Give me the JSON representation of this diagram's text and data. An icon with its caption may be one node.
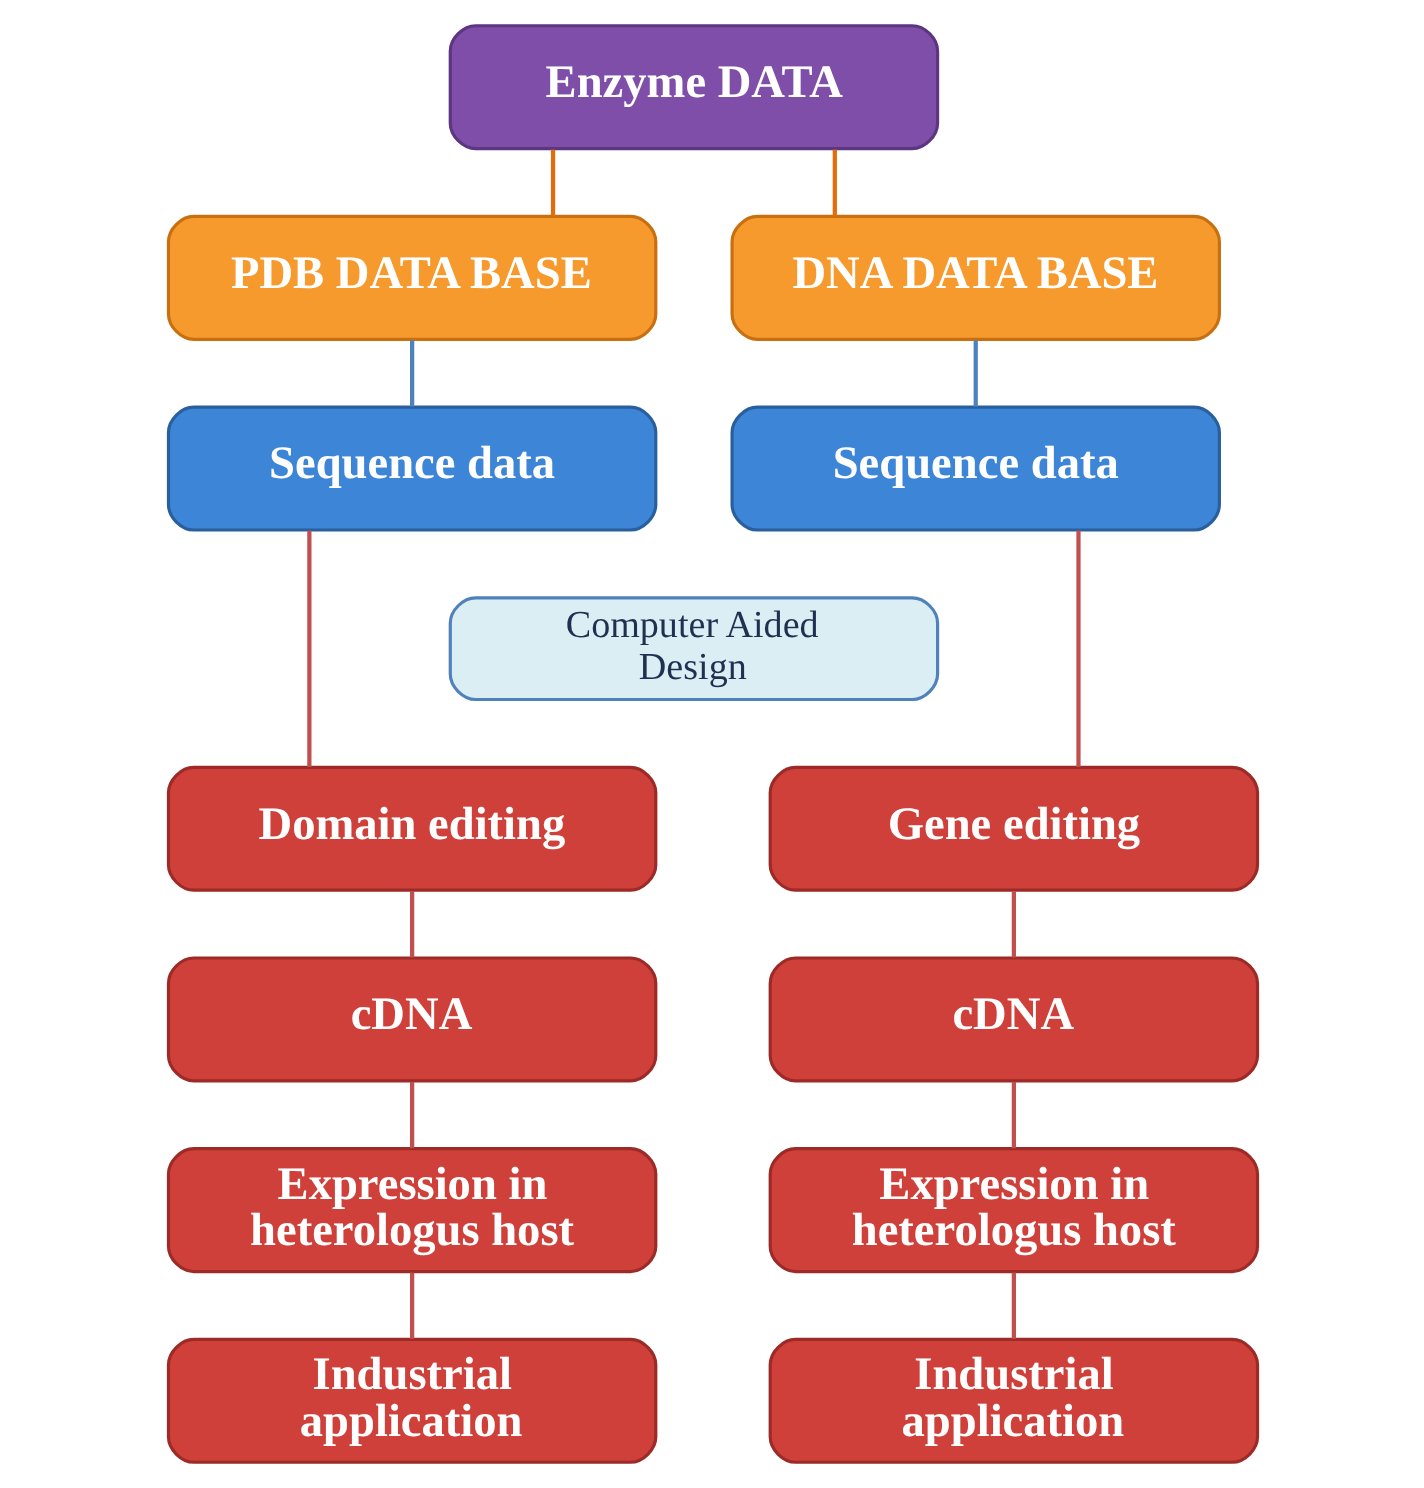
{
  "diagram": {
    "nodes": [
      {
        "text": [
          "Enzyme DATA"
        ]
      },
      {
        "text": [
          "PDB DATA BASE"
        ]
      },
      {
        "text": [
          "DNA DATA BASE"
        ]
      },
      {
        "text": [
          "Sequence data"
        ]
      },
      {
        "text": [
          "Sequence data"
        ]
      },
      {
        "text": [
          "Computer Aided Design"
        ]
      },
      {
        "text": [
          "Domain editing"
        ]
      },
      {
        "text": [
          "Gene editing"
        ]
      },
      {
        "text": [
          "cDNA"
        ]
      },
      {
        "text": [
          "cDNA"
        ]
      },
      {
        "text": [
          "Expression in heterologus host"
        ]
      },
      {
        "text": [
          "Expression in heterologus host"
        ]
      },
      {
        "text": [
          "Industrial application"
        ]
      },
      {
        "text": [
          "Industrial application"
        ]
      }
    ],
    "edges": [
      {
        "from": 0,
        "to": 1,
        "arrow": "none",
        "color": "#e46c0a"
      },
      {
        "from": 0,
        "to": 2,
        "arrow": "none",
        "color": "#e46c0a"
      },
      {
        "from": 1,
        "to": 3,
        "arrow": "none",
        "color": "#4f81bd"
      },
      {
        "from": 2,
        "to": 4,
        "arrow": "none",
        "color": "#4f81bd"
      },
      {
        "from": 3,
        "to": 6,
        "arrow": "none"
      },
      {
        "from": 4,
        "to": 7,
        "arrow": "none"
      },
      {
        "from": 6,
        "to": 8,
        "arrow": "none"
      },
      {
        "from": 7,
        "to": 9,
        "arrow": "none"
      },
      {
        "from": 8,
        "to": 10,
        "arrow": "none"
      },
      {
        "from": 9,
        "to": 11,
        "arrow": "none"
      },
      {
        "from": 10,
        "to": 12,
        "arrow": "none"
      },
      {
        "from": 11,
        "to": 13,
        "arrow": "none"
      }
    ]
  }
}
